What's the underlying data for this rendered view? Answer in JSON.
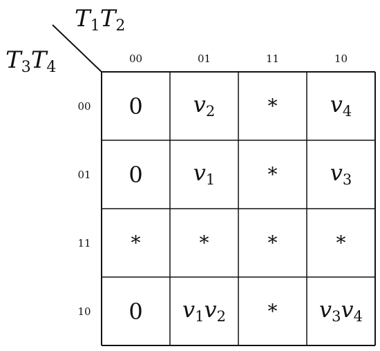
{
  "axes": {
    "column_variables": [
      "T",
      "1",
      "T",
      "2"
    ],
    "row_variables": [
      "T",
      "3",
      "T",
      "4"
    ]
  },
  "column_headers": [
    "00",
    "01",
    "11",
    "10"
  ],
  "row_headers": [
    "00",
    "01",
    "11",
    "10"
  ],
  "cells": [
    [
      {
        "parts": [
          {
            "t": "0"
          }
        ]
      },
      {
        "parts": [
          {
            "v": "v",
            "s": "2"
          }
        ]
      },
      {
        "parts": [
          {
            "t": "*"
          }
        ]
      },
      {
        "parts": [
          {
            "v": "v",
            "s": "4"
          }
        ]
      }
    ],
    [
      {
        "parts": [
          {
            "t": "0"
          }
        ]
      },
      {
        "parts": [
          {
            "v": "v",
            "s": "1"
          }
        ]
      },
      {
        "parts": [
          {
            "t": "*"
          }
        ]
      },
      {
        "parts": [
          {
            "v": "v",
            "s": "3"
          }
        ]
      }
    ],
    [
      {
        "parts": [
          {
            "t": "*"
          }
        ]
      },
      {
        "parts": [
          {
            "t": "*"
          }
        ]
      },
      {
        "parts": [
          {
            "t": "*"
          }
        ]
      },
      {
        "parts": [
          {
            "t": "*"
          }
        ]
      }
    ],
    [
      {
        "parts": [
          {
            "t": "0"
          }
        ]
      },
      {
        "parts": [
          {
            "v": "v",
            "s": "1"
          },
          {
            "v": "v",
            "s": "2"
          }
        ]
      },
      {
        "parts": [
          {
            "t": "*"
          }
        ]
      },
      {
        "parts": [
          {
            "v": "v",
            "s": "3"
          },
          {
            "v": "v",
            "s": "4"
          }
        ]
      }
    ]
  ],
  "colors": {
    "line": "#111111",
    "text": "#111111",
    "background": "#ffffff"
  }
}
